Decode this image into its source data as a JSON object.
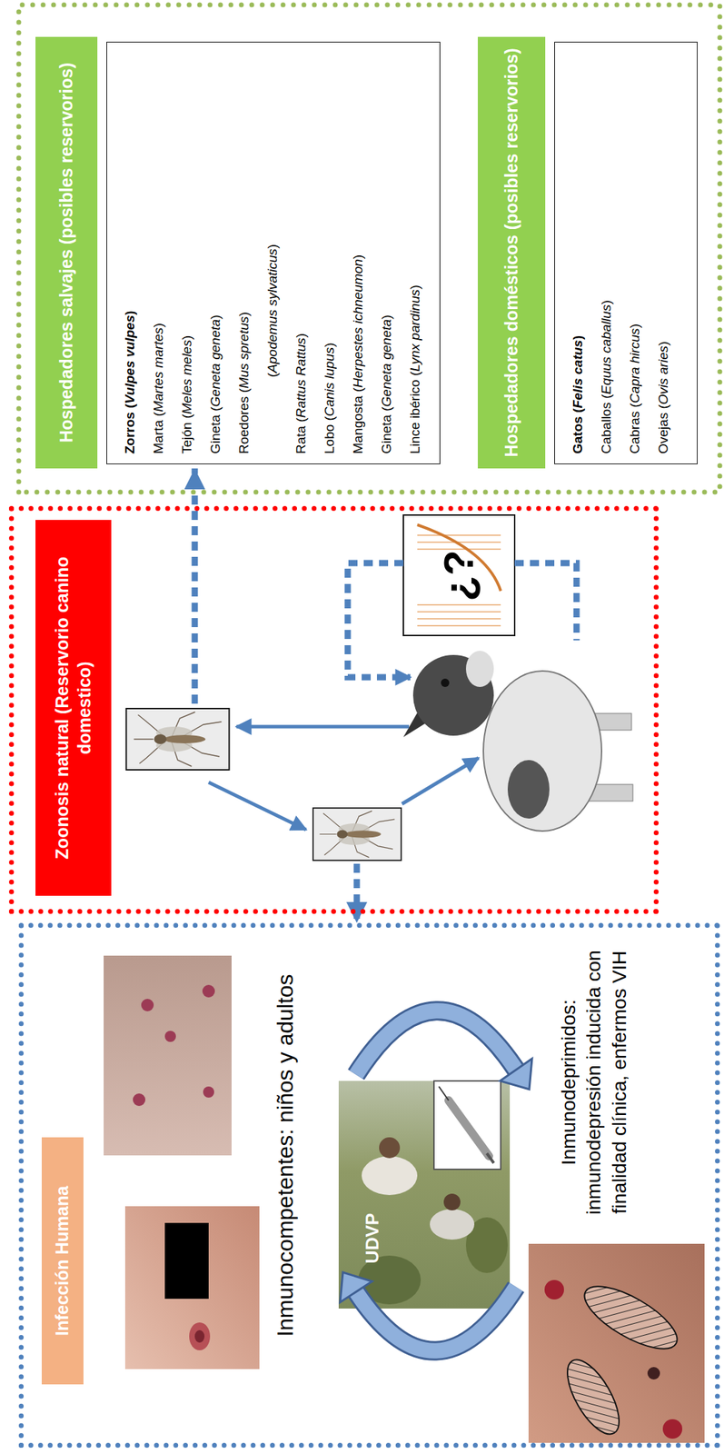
{
  "diagram": {
    "nodes": [
      {
        "text": [
          "Infección Humana",
          "Inmunocompetentes: niños y adultos",
          "Inmunodeprimidos: inmunodepresión inducida con finalidad clínica, enfermos VIH"
        ]
      },
      {
        "text": [
          "Zoonosis natural (Reservorio canino domestico)"
        ]
      },
      {
        "text": [
          "Hospedadores salvajes (posibles reservorios)",
          "Zorros (Vulpes vulpes)",
          "Marta (Martes martes)",
          "Tejón (Meles meles)",
          "Gineta (Geneta geneta)",
          "Roedores (Mus spretus)",
          "(Apodemus sylvaticus)",
          "Rata (Rattus Rattus)",
          "Lobo (Canis lupus)",
          "Mangosta (Herpestes ichneumon)",
          "Gineta (Geneta geneta)",
          "Lince ibérico (Lynx pardinus)"
        ]
      },
      {
        "text": [
          "Hospedadores domésticos (posibles reservorios)",
          "Gatos (Felis catus)",
          "Caballos (Equus caballus)",
          "Cabras (Capra hircus)",
          "Ovejas (Ovis aries)"
        ]
      }
    ],
    "edges": [
      {
        "from": 1,
        "to": 0,
        "arrow": "to"
      },
      {
        "from": 1,
        "to": 2,
        "arrow": "to"
      }
    ],
    "labels": [
      "UDVP",
      "¿?"
    ]
  }
}
